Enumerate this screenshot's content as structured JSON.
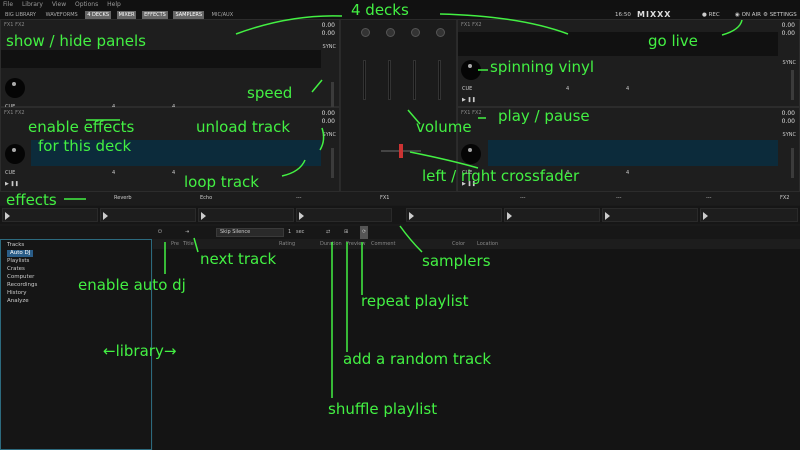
{
  "menu": [
    "File",
    "Library",
    "View",
    "Options",
    "Help"
  ],
  "toolbar": {
    "items": [
      "BIG LIBRARY",
      "WAVEFORMS",
      "4 DECKS",
      "MIXER",
      "EFFECTS",
      "SAMPLERS",
      "MIC/AUX"
    ],
    "time": "16:50",
    "logo": "MIXXX",
    "rec": "REC",
    "onair": "ON AIR",
    "settings": "SETTINGS"
  },
  "decks": {
    "label": "FX1 FX2",
    "time": "0.00",
    "time2": "0.00",
    "sync": "SYNC",
    "cue": "CUE",
    "loop": "4"
  },
  "fx": {
    "unit1": "Reverb",
    "unit2": "Echo",
    "empty": "---",
    "fx1": "FX1",
    "fx2": "FX2"
  },
  "autodj": {
    "skip": "Skip Silence",
    "count": "1",
    "sec": "sec"
  },
  "library": {
    "columns": [
      "Pre",
      "Title",
      "Rating",
      "Duration",
      "Preview",
      "Comment",
      "Color",
      "Location"
    ],
    "items": [
      "Tracks",
      "Auto DJ",
      "Playlists",
      "Crates",
      "Computer",
      "Recordings",
      "History",
      "Analyze"
    ]
  },
  "annotations": {
    "decks4": "4 decks",
    "panels": "show / hide panels",
    "golive": "go live",
    "vinyl": "spinning vinyl",
    "speed": "speed",
    "unload": "unload track",
    "volume": "volume",
    "playpause": "play / pause",
    "fx_deck1": "enable effects",
    "fx_deck2": "for this deck",
    "crossfader": "left / right crossfader",
    "loop": "loop track",
    "effects": "effects",
    "samplers": "samplers",
    "next": "next track",
    "autodj": "enable auto dj",
    "repeat": "repeat playlist",
    "library": "←library→",
    "random": "add a random track",
    "shuffle": "shuffle playlist"
  }
}
